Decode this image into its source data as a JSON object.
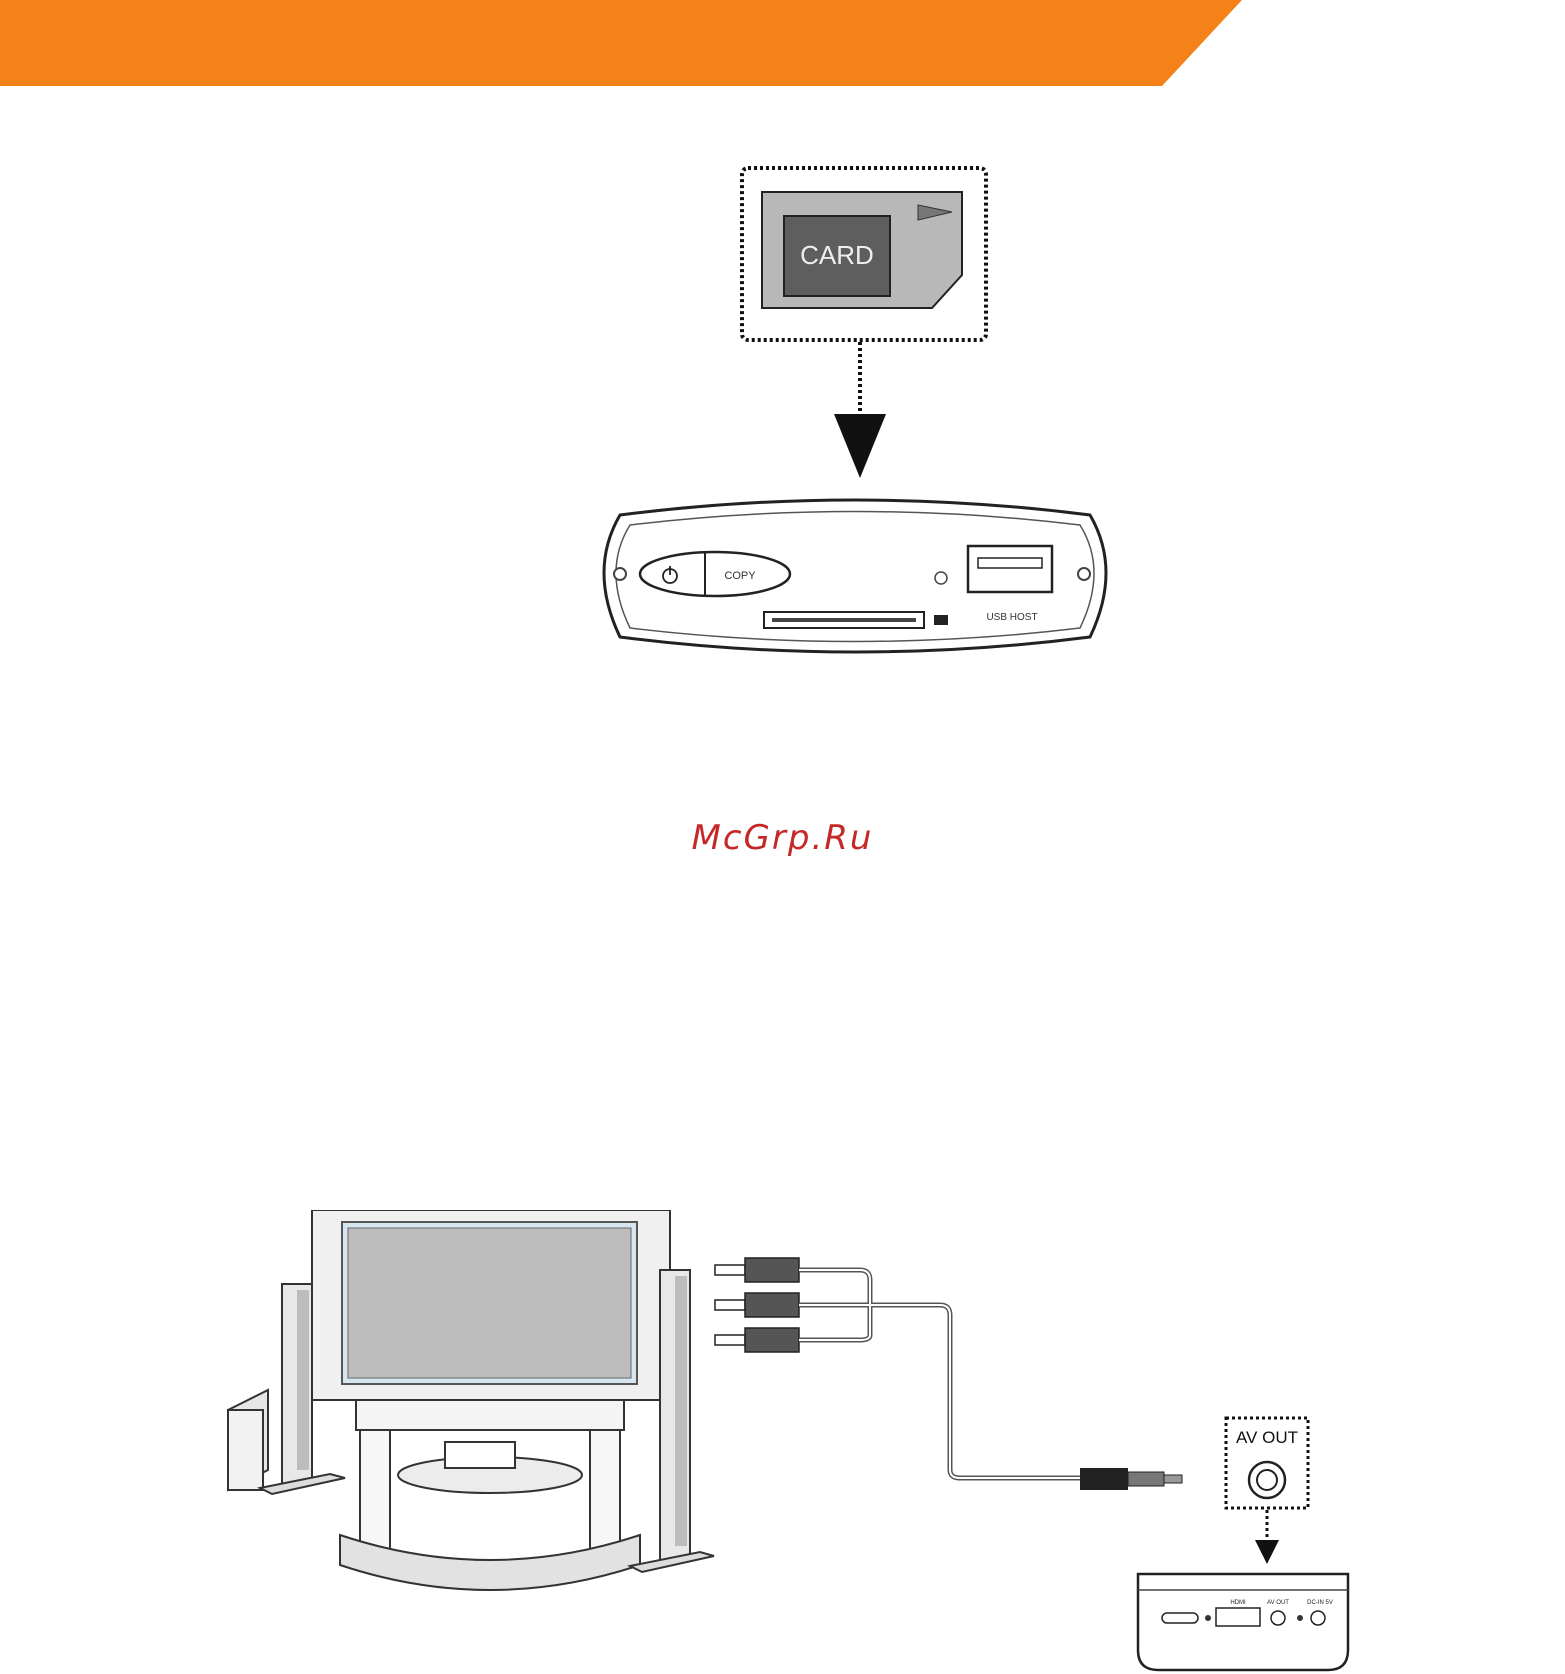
{
  "header": {
    "color": "#f58218"
  },
  "card_diagram": {
    "card_label": "CARD",
    "copy_button_label": "COPY",
    "usb_label": "USB HOST"
  },
  "watermark": {
    "text": "McGrp.Ru",
    "color": "#c62828"
  },
  "av_diagram": {
    "av_out_label": "AV OUT",
    "port_labels": [
      "HDMI",
      "AV OUT",
      "DC-IN 5V"
    ]
  }
}
